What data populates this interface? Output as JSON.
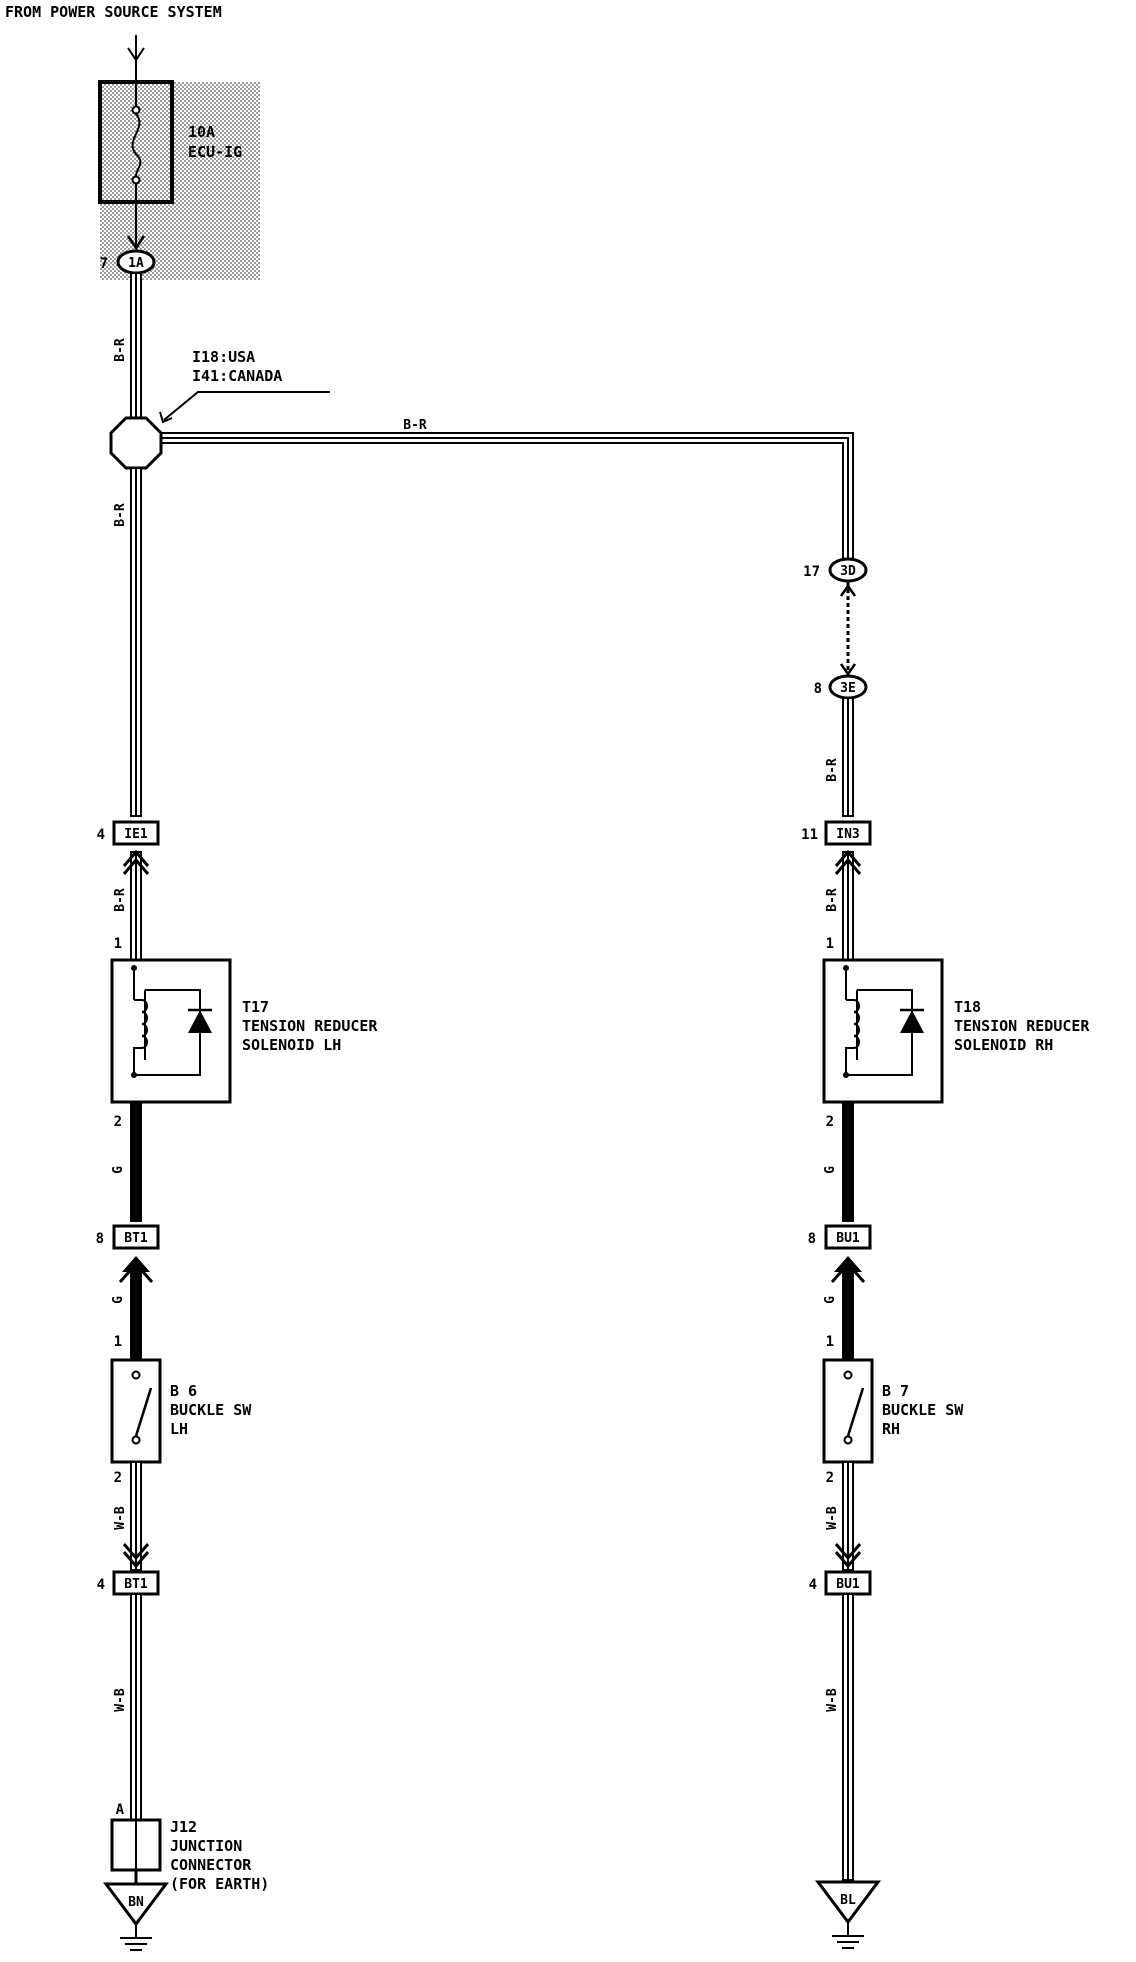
{
  "header": {
    "source": "FROM POWER SOURCE SYSTEM"
  },
  "fuse": {
    "rating": "10A",
    "name": "ECU-IG"
  },
  "connectors": {
    "c1A": {
      "pin": "7",
      "id": "1A"
    },
    "c3D": {
      "pin": "17",
      "id": "3D"
    },
    "c3E": {
      "pin": "8",
      "id": "3E"
    },
    "cIE1": {
      "pin": "4",
      "id": "IE1"
    },
    "cIN3": {
      "pin": "11",
      "id": "IN3"
    },
    "cBT1a": {
      "pin": "8",
      "id": "BT1"
    },
    "cBU1a": {
      "pin": "8",
      "id": "BU1"
    },
    "cBT1b": {
      "pin": "4",
      "id": "BT1"
    },
    "cBU1b": {
      "pin": "4",
      "id": "BU1"
    }
  },
  "junction": {
    "line1": "I18:USA",
    "line2": "I41:CANADA"
  },
  "wires": {
    "br": "B-R",
    "g": "G",
    "wb": "W-B"
  },
  "components": {
    "t17": {
      "id": "T17",
      "line1": "TENSION REDUCER",
      "line2": "SOLENOID LH",
      "pin_top": "1",
      "pin_bottom": "2"
    },
    "t18": {
      "id": "T18",
      "line1": "TENSION REDUCER",
      "line2": "SOLENOID RH",
      "pin_top": "1",
      "pin_bottom": "2"
    },
    "b6": {
      "id": "B 6",
      "line1": "BUCKLE SW",
      "line2": "LH",
      "pin_top": "1",
      "pin_bottom": "2"
    },
    "b7": {
      "id": "B 7",
      "line1": "BUCKLE SW",
      "line2": "RH",
      "pin_top": "1",
      "pin_bottom": "2"
    },
    "j12": {
      "id": "J12",
      "line1": "JUNCTION",
      "line2": "CONNECTOR",
      "line3": "(FOR EARTH)",
      "pin": "A"
    }
  },
  "grounds": {
    "left": "BN",
    "right": "BL"
  }
}
